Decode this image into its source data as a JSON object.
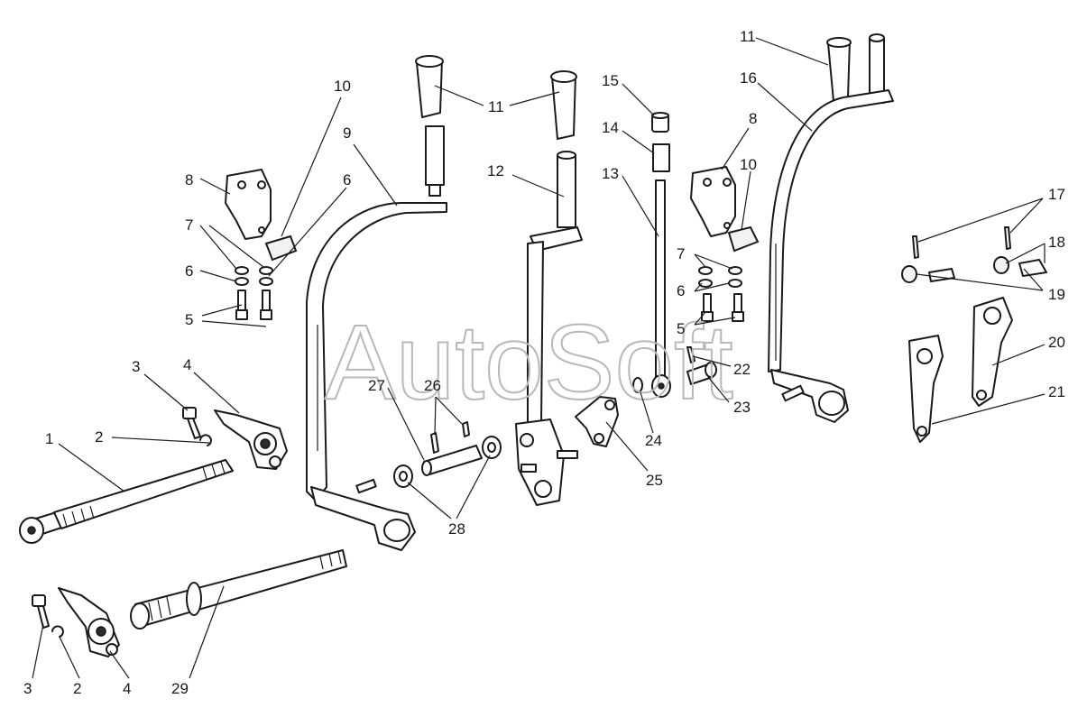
{
  "watermark": "AutoSoft",
  "callouts": {
    "c1": "1",
    "c2a": "2",
    "c2b": "2",
    "c3a": "3",
    "c3b": "3",
    "c4a": "4",
    "c4b": "4",
    "c5a": "5",
    "c5b": "5",
    "c6a": "6",
    "c6b": "6",
    "c6c": "6",
    "c7a": "7",
    "c7b": "7",
    "c8a": "8",
    "c8b": "8",
    "c9": "9",
    "c10a": "10",
    "c10b": "10",
    "c11a": "11",
    "c11b": "11",
    "c12": "12",
    "c13": "13",
    "c14": "14",
    "c15": "15",
    "c16": "16",
    "c17": "17",
    "c18": "18",
    "c19": "19",
    "c20": "20",
    "c21": "21",
    "c22": "22",
    "c23": "23",
    "c24": "24",
    "c25": "25",
    "c26": "26",
    "c27": "27",
    "c28": "28",
    "c29": "29"
  },
  "colors": {
    "ink": "#1a1a1a",
    "watermark": "#b8b8b8",
    "background": "#ffffff"
  }
}
